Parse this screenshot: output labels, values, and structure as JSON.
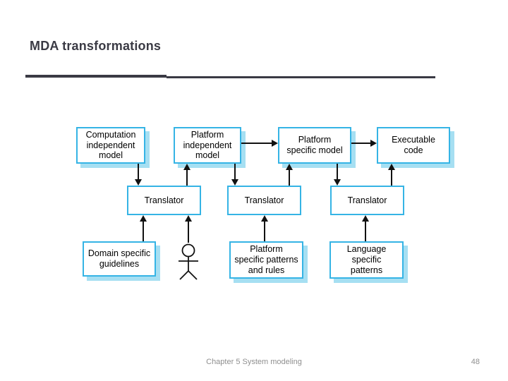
{
  "slide": {
    "title": "MDA transformations",
    "footer": {
      "text": "Chapter 5 System modeling",
      "page_number": "48"
    }
  },
  "colors": {
    "title": "#3a3a44",
    "box_border": "#35b4e5",
    "box_shadow": "#a6dff2",
    "footer_text": "#8f8f8f",
    "connector": "#111111"
  },
  "diagram": {
    "type": "mda-transformation-flow",
    "nodes": {
      "cim": {
        "label": "Computation\nindependent\nmodel"
      },
      "pim": {
        "label": "Platform\nindependent\nmodel"
      },
      "psm": {
        "label": "Platform\nspecific model"
      },
      "exec": {
        "label": "Executable\ncode"
      },
      "t1": {
        "label": "Translator"
      },
      "t2": {
        "label": "Translator"
      },
      "t3": {
        "label": "Translator"
      },
      "domain": {
        "label": "Domain specific\nguidelines"
      },
      "patterns": {
        "label": "Platform\nspecific patterns\nand rules"
      },
      "language": {
        "label": "Language\nspecific\npatterns"
      }
    },
    "actor": "person-stick-figure",
    "connections": [
      "cim -> t1",
      "t1 -> pim",
      "pim -> psm",
      "pim -> t2",
      "t2 -> psm",
      "psm -> exec",
      "psm -> t3",
      "t3 -> exec",
      "domain -> t1",
      "actor -> t1",
      "patterns -> t2",
      "language -> t3"
    ]
  }
}
